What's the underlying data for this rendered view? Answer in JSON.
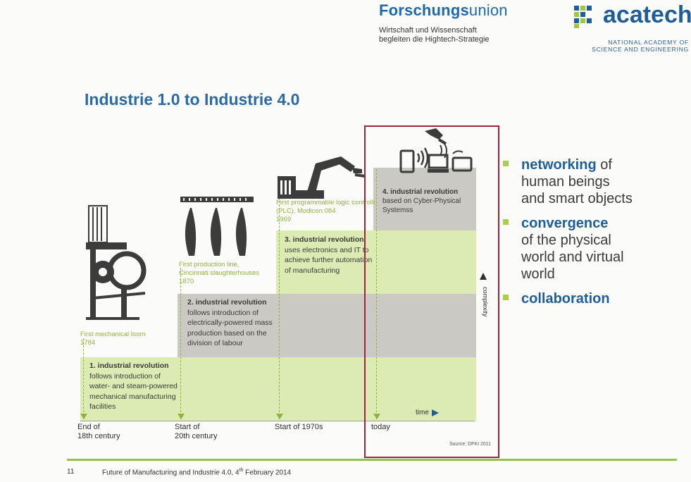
{
  "header": {
    "brand1_bold": "Forschungs",
    "brand1_rest": "union",
    "brand1_sub1": "Wirtschaft und Wissenschaft",
    "brand1_sub2": "begleiten die Hightech-Strategie",
    "brand2_name": "acatech",
    "brand2_sub1": "NATIONAL ACADEMY OF",
    "brand2_sub2": "SCIENCE AND ENGINEERING"
  },
  "slide": {
    "title": "Industrie 1.0 to Industrie 4.0"
  },
  "figure": {
    "stage1": {
      "caption_line1": "First mechanical loom",
      "caption_line2": "1784",
      "heading": "1. industrial revolution",
      "line1": "follows introduction of",
      "line2": "water- and steam-powered",
      "line3": "mechanical manufacturing",
      "line4": "facilities"
    },
    "stage2": {
      "caption_line1": "First production line,",
      "caption_line2": "Cincinnati slaughterhouses",
      "caption_line3": "1870",
      "heading": "2. industrial revolution",
      "line1": "follows introduction of",
      "line2": "electrically-powered mass",
      "line3": "production based on the",
      "line4": "division of labour"
    },
    "stage3": {
      "caption_line1": "First programmable logic controller",
      "caption_line2": "(PLC), Modicon 084",
      "caption_line3": "1969",
      "heading": "3. industrial revolution",
      "line1": "uses electronics and IT to",
      "line2": "achieve further automation",
      "line3": "of manufacturing"
    },
    "stage4": {
      "heading": "4. industrial revolution",
      "line1": "based on Cyber-Physical",
      "line2": "Systemss"
    },
    "axis": {
      "complexity": "complexity",
      "time": "time"
    },
    "timeline": {
      "label1_line1": "End of",
      "label1_line2": "18th century",
      "label2_line1": "Start of",
      "label2_line2": "20th century",
      "label3": "Start of 1970s",
      "label4": "today"
    },
    "source": "Source: DFKI 2011"
  },
  "bullets": [
    {
      "keyword": "networking",
      "rest1": " of",
      "rest2": "human beings",
      "rest3": "and smart objects"
    },
    {
      "keyword": "convergence",
      "rest1": "",
      "rest2": "of the physical",
      "rest3": "world and virtual",
      "rest4": "world"
    },
    {
      "keyword": "collaboration"
    }
  ],
  "footer": {
    "page_number": "11",
    "text_prefix": "Future of Manufacturing and  Industrie 4.0, 4",
    "text_sup": "th",
    "text_suffix": " February 2014"
  },
  "colors": {
    "brand_blue": "#1f5f99",
    "green_band": "#dcebb3",
    "grey_band": "#cbc9c4",
    "bullet_green": "#a8cf45",
    "frame_red": "#a1233a"
  }
}
